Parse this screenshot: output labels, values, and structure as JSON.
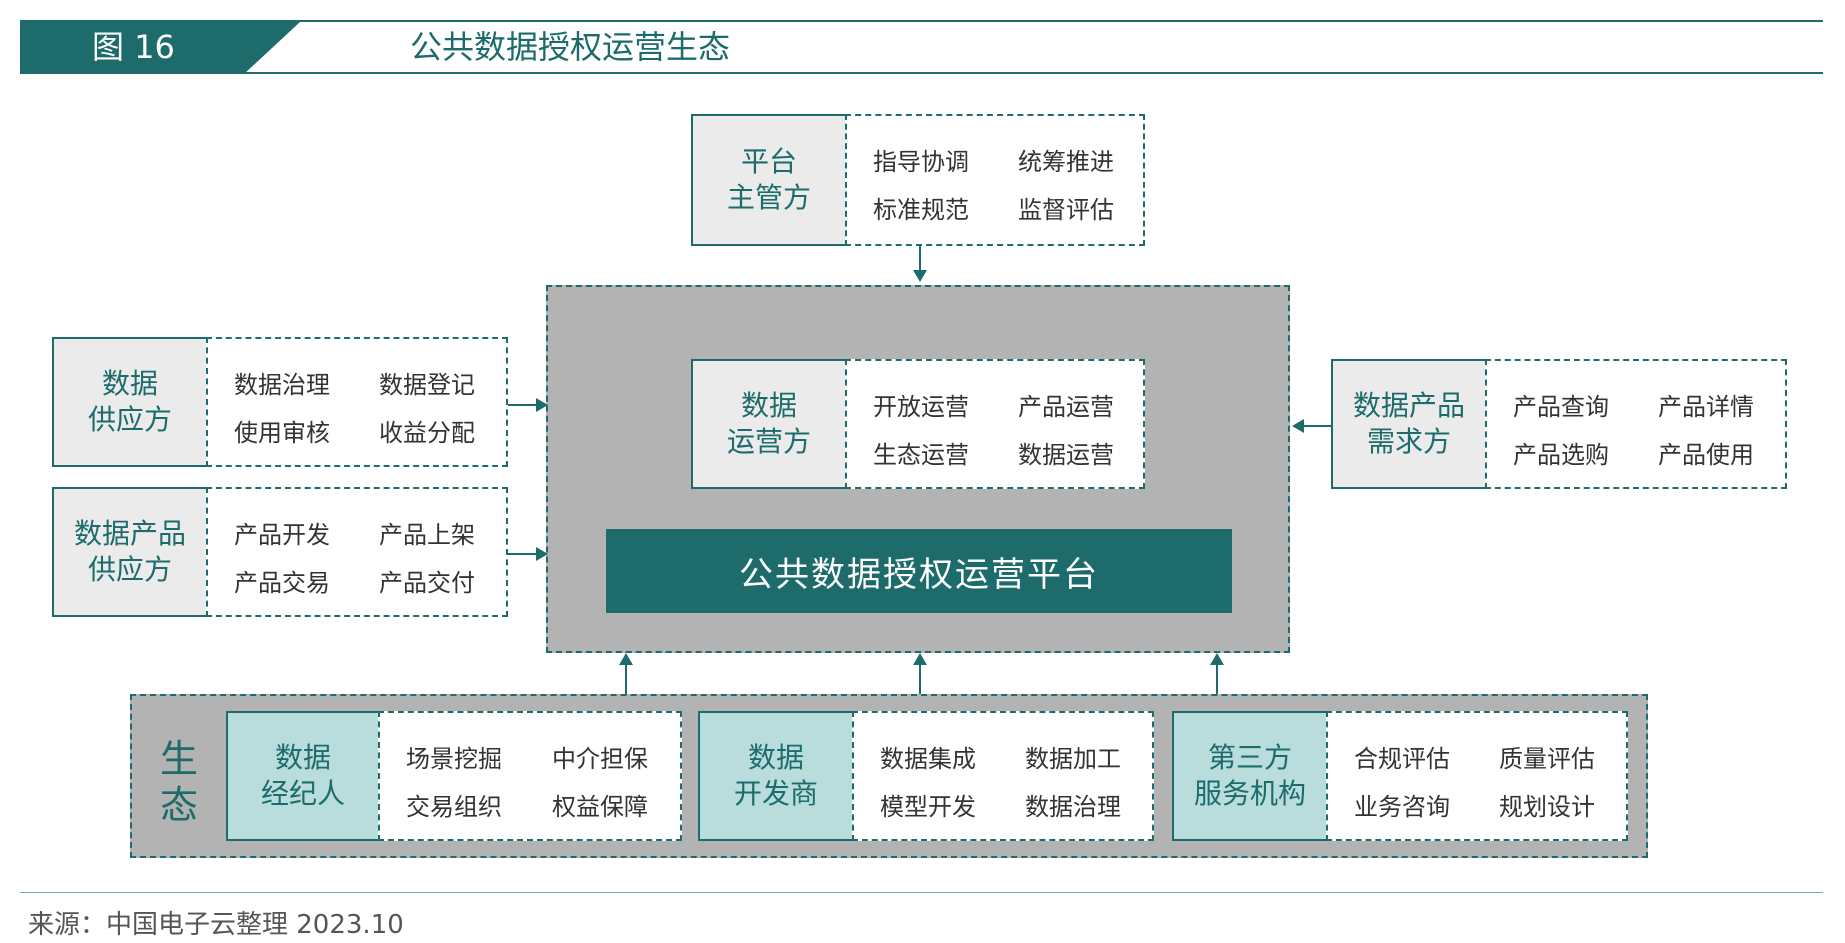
{
  "header": {
    "figure_label": "图 16",
    "title": "公共数据授权运营生态"
  },
  "supervisor": {
    "label_line1": "平台",
    "label_line2": "主管方",
    "items": [
      "指导协调",
      "统筹推进",
      "标准规范",
      "监督评估"
    ]
  },
  "data_supplier": {
    "label_line1": "数据",
    "label_line2": "供应方",
    "items": [
      "数据治理",
      "数据登记",
      "使用审核",
      "收益分配"
    ]
  },
  "product_supplier": {
    "label_line1": "数据产品",
    "label_line2": "供应方",
    "items": [
      "产品开发",
      "产品上架",
      "产品交易",
      "产品交付"
    ]
  },
  "operator": {
    "label_line1": "数据",
    "label_line2": "运营方",
    "items": [
      "开放运营",
      "产品运营",
      "生态运营",
      "数据运营"
    ]
  },
  "platform": {
    "title": "公共数据授权运营平台"
  },
  "demander": {
    "label_line1": "数据产品",
    "label_line2": "需求方",
    "items": [
      "产品查询",
      "产品详情",
      "产品选购",
      "产品使用"
    ]
  },
  "ecosystem": {
    "char1": "生",
    "char2": "态",
    "broker": {
      "label_line1": "数据",
      "label_line2": "经纪人",
      "items": [
        "场景挖掘",
        "中介担保",
        "交易组织",
        "权益保障"
      ]
    },
    "developer": {
      "label_line1": "数据",
      "label_line2": "开发商",
      "items": [
        "数据集成",
        "数据加工",
        "模型开发",
        "数据治理"
      ]
    },
    "third_party": {
      "label_line1": "第三方",
      "label_line2": "服务机构",
      "items": [
        "合规评估",
        "质量评估",
        "业务咨询",
        "规划设计"
      ]
    }
  },
  "footer": {
    "source": "来源：中国电子云整理 2023.10"
  }
}
